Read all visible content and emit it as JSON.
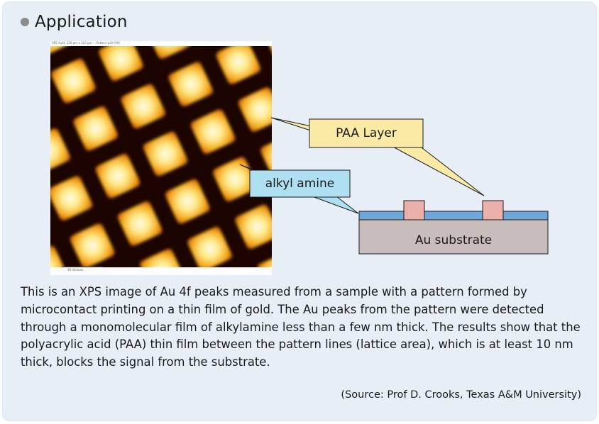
{
  "section": {
    "title": "Application"
  },
  "figure": {
    "image_caption": "XPS Au4f, 120 µm x 120 µm — Pattern with PAA",
    "scale_label": "50 microns",
    "callouts": {
      "paa_layer": "PAA Layer",
      "alkyl_amine": "alkyl amine",
      "au_substrate": "Au substrate"
    },
    "colors": {
      "callout_fill": "#fbeaa6",
      "amine_fill": "#aee0f2",
      "film_layer": "#6fa7d8",
      "paa_block": "#ebb0ab",
      "substrate": "#c9bdbb"
    }
  },
  "description": "This is an XPS image of Au 4f peaks measured from a sample with a pattern formed by microcontact printing on a thin film of gold. The Au peaks from the pattern were detected through a monomolecular film of alkylamine less than a few nm thick. The results show that the polyacrylic acid (PAA) thin film between the pattern lines (lattice area), which is at least 10 nm thick, blocks the signal from the substrate.",
  "source": "(Source: Prof D. Crooks, Texas A&M University)"
}
